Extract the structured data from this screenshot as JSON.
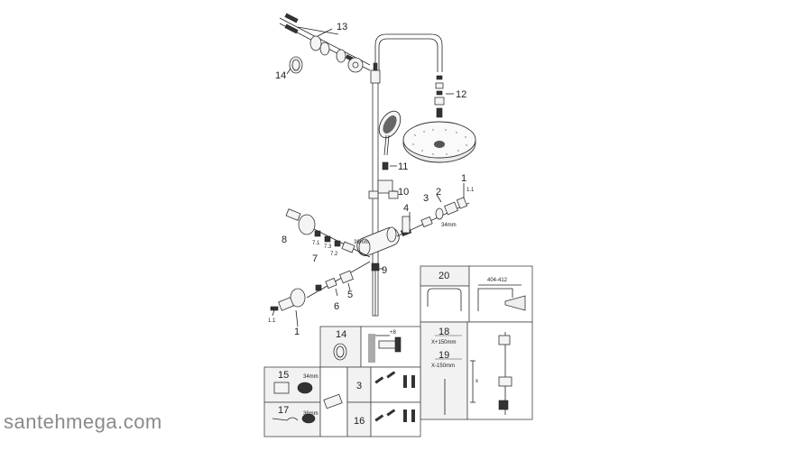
{
  "part_labels": {
    "p1a": "1",
    "p1b": "1",
    "p1_1a": "1.1",
    "p1_1b": "1.1",
    "p2": "2",
    "p3": "3",
    "p4": "4",
    "p5": "5",
    "p6": "6",
    "p7": "7",
    "p7_1": "7.1",
    "p7_2": "7.2",
    "p7_3": "7.3",
    "p8": "8",
    "p9": "9",
    "p10": "10",
    "p11": "11",
    "p12": "12",
    "p13": "13",
    "p14": "14"
  },
  "dimensions": {
    "d34a": "34mm",
    "d36a": "36mm"
  },
  "table_bottom": {
    "c14": "14",
    "plus8": "+8",
    "c15": "15",
    "d34b": "34mm",
    "c17": "17",
    "d36b": "36mm",
    "c3": "3",
    "c16": "16"
  },
  "table_right": {
    "c20": "20",
    "range": "404-412",
    "c18": "18",
    "x_plus": "X+150mm",
    "c19": "19",
    "x_minus": "X-150mm",
    "x": "x"
  },
  "watermark": "santehmega.com"
}
